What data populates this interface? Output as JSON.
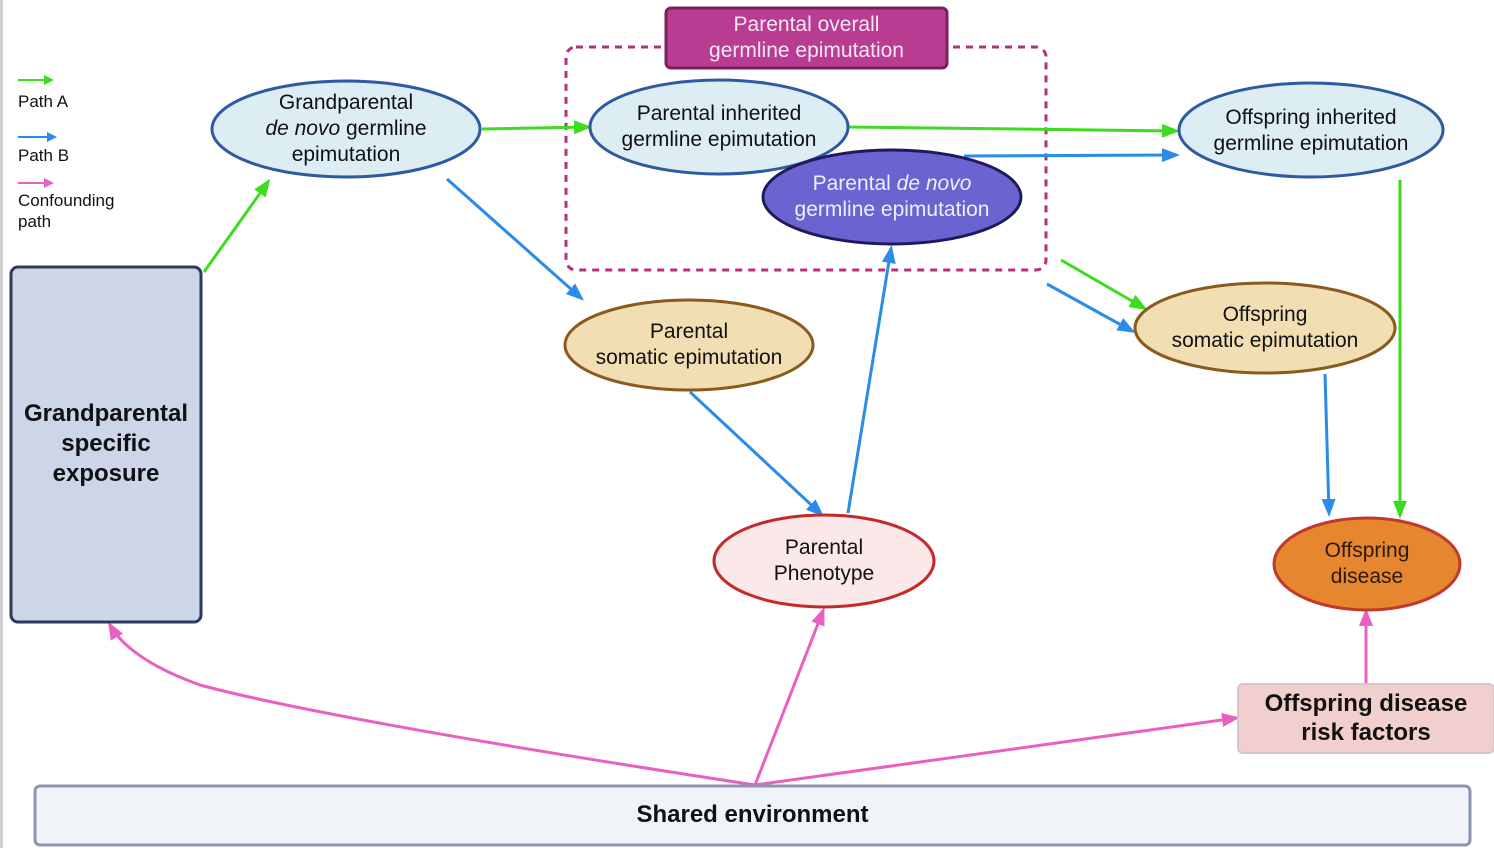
{
  "legend": {
    "items": [
      {
        "label": "Path A",
        "color": "#3ddc1e"
      },
      {
        "label": "Path B",
        "color": "#2b8be8"
      },
      {
        "label": "Confounding path",
        "label_line1": "Confounding",
        "label_line2": "path",
        "color": "#e860c2"
      }
    ]
  },
  "colors": {
    "path_a": "#3ddc1e",
    "path_b": "#2b8be8",
    "confounding": "#e860c2",
    "group_border": "#b5307f"
  },
  "nodes": {
    "grandparental_exposure": {
      "line1": "Grandparental",
      "line2": "specific",
      "line3": "exposure"
    },
    "grandparental_denovo": {
      "line1": "Grandparental",
      "line2_italic": "de novo",
      "line2_rest": " germline",
      "line3": "epimutation"
    },
    "parental_overall": {
      "line1": "Parental overall",
      "line2": "germline epimutation"
    },
    "parental_inherited": {
      "line1": "Parental inherited",
      "line2": "germline epimutation"
    },
    "parental_denovo": {
      "line1_plain": "Parental ",
      "line1_italic": "de novo",
      "line2": "germline epimutation"
    },
    "parental_somatic": {
      "line1": "Parental",
      "line2": "somatic epimutation"
    },
    "parental_phenotype": {
      "line1": "Parental",
      "line2": "Phenotype"
    },
    "offspring_inherited": {
      "line1": "Offspring inherited",
      "line2": "germline epimutation"
    },
    "offspring_somatic": {
      "line1": "Offspring",
      "line2": "somatic epimutation"
    },
    "offspring_disease": {
      "line1": "Offspring",
      "line2": "disease"
    },
    "offspring_risk_factors": {
      "line1": "Offspring disease",
      "line2": "risk factors"
    },
    "shared_environment": {
      "label": "Shared environment"
    }
  },
  "edges": [
    {
      "from": "Grandparental specific exposure",
      "to": "Grandparental de novo germline epimutation",
      "path": "A"
    },
    {
      "from": "Grandparental de novo germline epimutation",
      "to": "Parental inherited germline epimutation",
      "path": "A"
    },
    {
      "from": "Grandparental de novo germline epimutation",
      "to": "Parental somatic epimutation",
      "path": "B"
    },
    {
      "from": "Parental inherited germline epimutation",
      "to": "Offspring inherited germline epimutation",
      "path": "A"
    },
    {
      "from": "Parental de novo germline epimutation",
      "to": "Offspring inherited germline epimutation",
      "path": "B"
    },
    {
      "from": "Parental overall germline epimutation",
      "to": "Offspring somatic epimutation",
      "path": "A"
    },
    {
      "from": "Parental overall germline epimutation",
      "to": "Offspring somatic epimutation",
      "path": "B"
    },
    {
      "from": "Parental somatic epimutation",
      "to": "Parental Phenotype",
      "path": "B"
    },
    {
      "from": "Parental Phenotype",
      "to": "Parental de novo germline epimutation",
      "path": "B"
    },
    {
      "from": "Offspring inherited germline epimutation",
      "to": "Offspring disease",
      "path": "A"
    },
    {
      "from": "Offspring somatic epimutation",
      "to": "Offspring disease",
      "path": "B"
    },
    {
      "from": "Shared environment",
      "to": "Grandparental specific exposure",
      "path": "Confounding"
    },
    {
      "from": "Shared environment",
      "to": "Parental Phenotype",
      "path": "Confounding"
    },
    {
      "from": "Shared environment",
      "to": "Offspring disease risk factors",
      "path": "Confounding"
    },
    {
      "from": "Offspring disease risk factors",
      "to": "Offspring disease",
      "path": "Confounding"
    }
  ]
}
